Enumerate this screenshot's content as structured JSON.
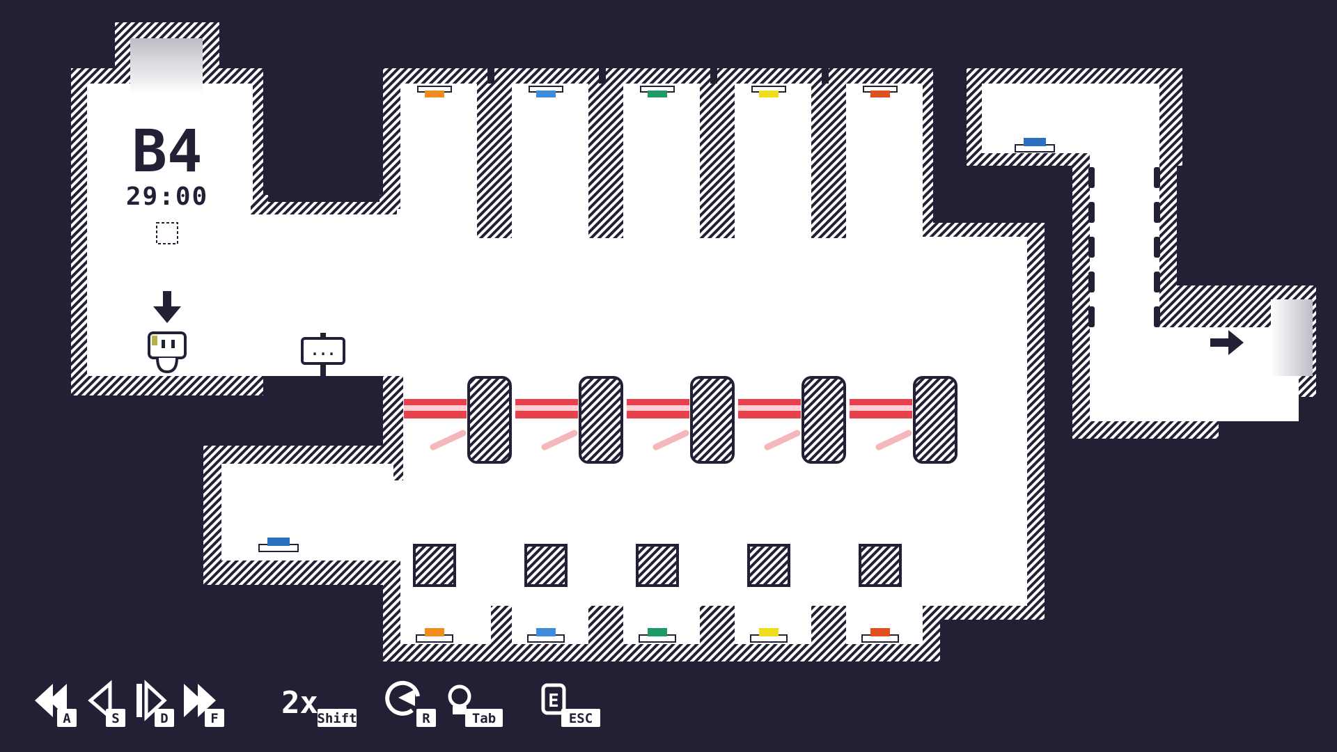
{
  "hud": {
    "level": "B4",
    "timer": "29:00"
  },
  "sign": {
    "text": "..."
  },
  "controls": [
    {
      "name": "rewind-fast",
      "key": "A"
    },
    {
      "name": "step-back",
      "key": "S"
    },
    {
      "name": "play-pause",
      "key": "D"
    },
    {
      "name": "fast-forward",
      "key": "F"
    },
    {
      "name": "speed",
      "label": "2x",
      "key": "Shift"
    },
    {
      "name": "restart",
      "key": "R"
    },
    {
      "name": "hint",
      "key": "Tab"
    },
    {
      "name": "menu",
      "label": "E",
      "key": "ESC"
    }
  ],
  "colors": {
    "background": "#222034",
    "floor": "#ffffff",
    "laser": "#e8414b",
    "button_orange": "#f08c1e",
    "button_blue": "#3c8ce0",
    "button_green": "#1e9b64",
    "button_yellow": "#f0dc1e",
    "button_red": "#e0501e",
    "button_dark_blue": "#2a6fc0"
  }
}
